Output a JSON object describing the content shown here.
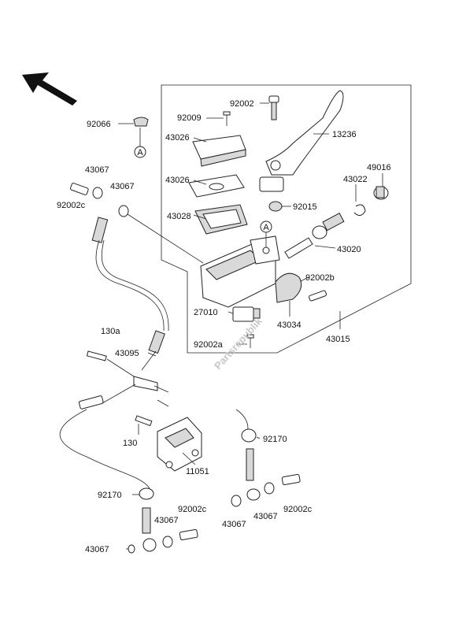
{
  "watermark": "Partsrepublik",
  "callout": "A",
  "labels": {
    "p92066": "92066",
    "p92009": "92009",
    "p92002_top": "92002",
    "p43026_a": "43026",
    "p43026_b": "43026",
    "p43028": "43028",
    "p13236": "13236",
    "p49016": "49016",
    "p43022": "43022",
    "p92015": "92015",
    "p43020": "43020",
    "p92002b": "92002b",
    "p43067_a": "43067",
    "p43067_b": "43067",
    "p92002c_a": "92002c",
    "p27010": "27010",
    "p43034": "43034",
    "p92002a": "92002a",
    "p43015": "43015",
    "p130a": "130a",
    "p43095": "43095",
    "p130": "130",
    "p11051": "11051",
    "p92170_a": "92170",
    "p92170_b": "92170",
    "p92002c_b": "92002c",
    "p43067_c": "43067",
    "p43067_d": "43067",
    "p43067_e": "43067",
    "p92002c_c": "92002c",
    "p43067_f": "43067"
  }
}
